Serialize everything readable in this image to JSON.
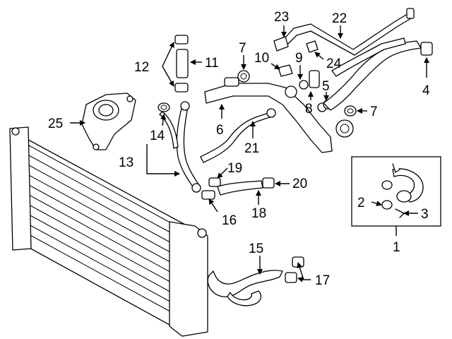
{
  "diagram": {
    "callouts": {
      "c1": "1",
      "c2": "2",
      "c3": "3",
      "c4": "4",
      "c5": "5",
      "c6": "6",
      "c7a": "7",
      "c7b": "7",
      "c8": "8",
      "c9": "9",
      "c10": "10",
      "c11": "11",
      "c12": "12",
      "c13": "13",
      "c14": "14",
      "c15": "15",
      "c16": "16",
      "c17": "17",
      "c18": "18",
      "c19": "19",
      "c20": "20",
      "c21": "21",
      "c22": "22",
      "c23": "23",
      "c24": "24",
      "c25": "25"
    }
  }
}
